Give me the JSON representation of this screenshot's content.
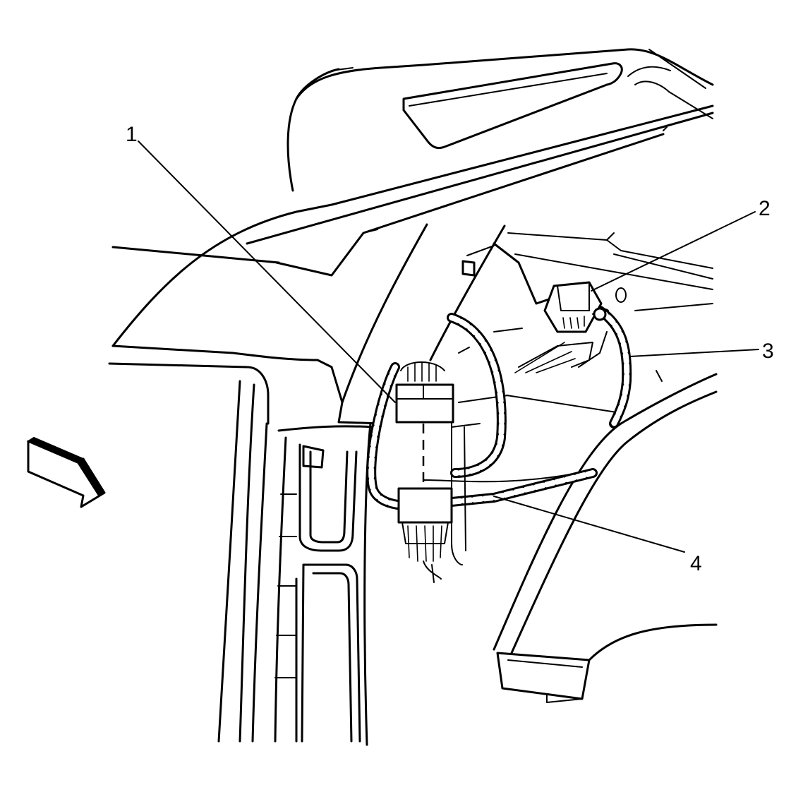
{
  "callouts": [
    {
      "id": "1",
      "label": "1"
    },
    {
      "id": "2",
      "label": "2"
    },
    {
      "id": "3",
      "label": "3"
    },
    {
      "id": "4",
      "label": "4"
    }
  ],
  "view_direction_icon": "arrow-icon"
}
